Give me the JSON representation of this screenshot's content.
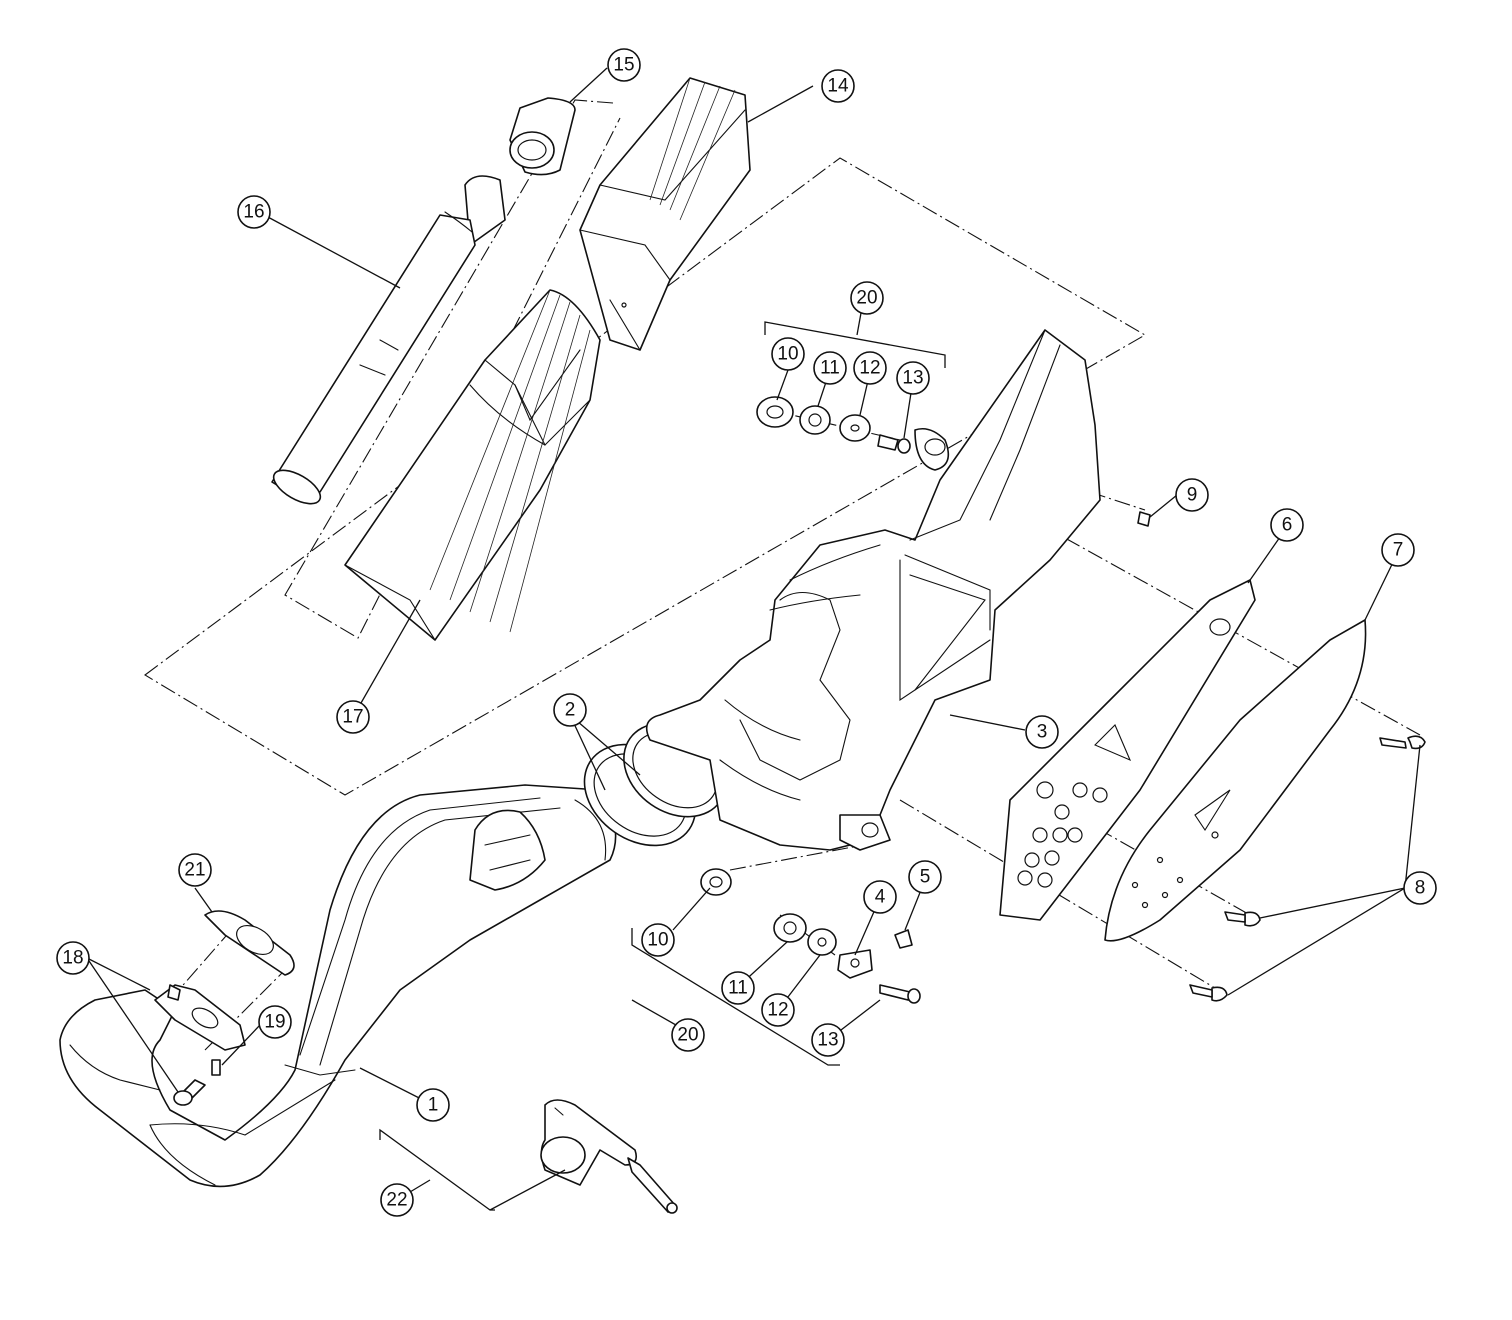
{
  "diagram": {
    "callouts": [
      "1",
      "2",
      "3",
      "4",
      "5",
      "6",
      "7",
      "8",
      "9",
      "10",
      "10",
      "11",
      "11",
      "12",
      "12",
      "13",
      "13",
      "14",
      "15",
      "16",
      "17",
      "18",
      "19",
      "20",
      "20",
      "21",
      "22"
    ]
  }
}
